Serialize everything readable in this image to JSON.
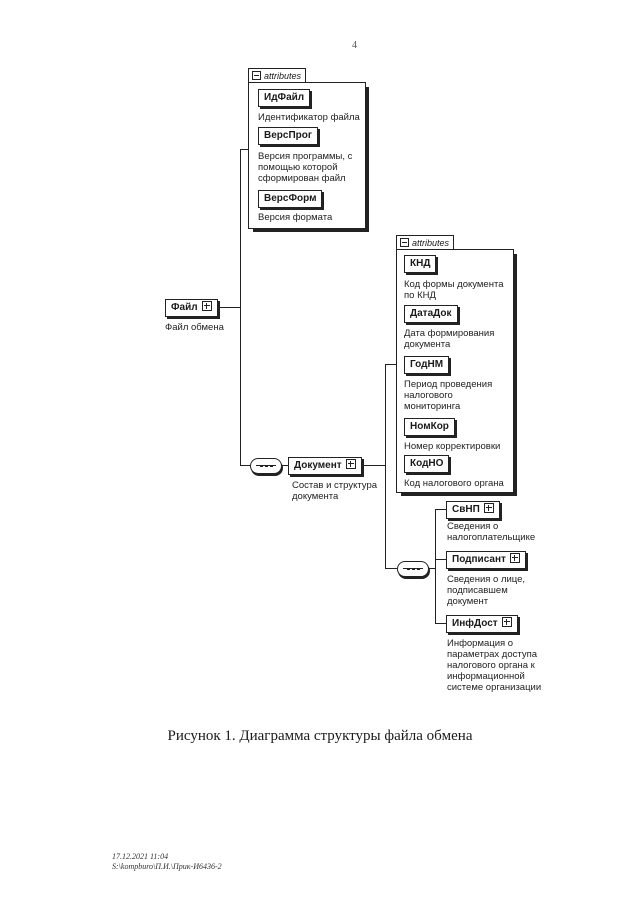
{
  "page_number": "4",
  "attributes_label": "attributes",
  "root": {
    "name": "Файл",
    "desc": "Файл обмена"
  },
  "root_attributes": [
    {
      "name": "ИдФайл",
      "desc": "Идентификатор файла"
    },
    {
      "name": "ВерсПрог",
      "desc": "Версия программы, с помощью которой сформирован файл"
    },
    {
      "name": "ВерсФорм",
      "desc": "Версия формата"
    }
  ],
  "document": {
    "name": "Документ",
    "desc": "Состав и структура документа"
  },
  "document_attributes": [
    {
      "name": "КНД",
      "desc": "Код формы документа по КНД"
    },
    {
      "name": "ДатаДок",
      "desc": "Дата формирования документа"
    },
    {
      "name": "ГодНМ",
      "desc": "Период проведения налогового мониторинга"
    },
    {
      "name": "НомКор",
      "desc": "Номер корректировки"
    },
    {
      "name": "КодНО",
      "desc": "Код налогового органа"
    }
  ],
  "document_children": [
    {
      "name": "СвНП",
      "desc": "Сведения о налогоплательщике"
    },
    {
      "name": "Подписант",
      "desc": "Сведения о лице, подписавшем документ"
    },
    {
      "name": "ИнфДост",
      "desc": "Информация о параметрах доступа налогового органа к информационной системе организации"
    }
  ],
  "caption": "Рисунок 1. Диаграмма структуры файла обмена",
  "footer": {
    "line1": "17.12.2021 11:04",
    "line2": "S:\\kompburo\\П.И.\\Прик-И6436-2"
  }
}
